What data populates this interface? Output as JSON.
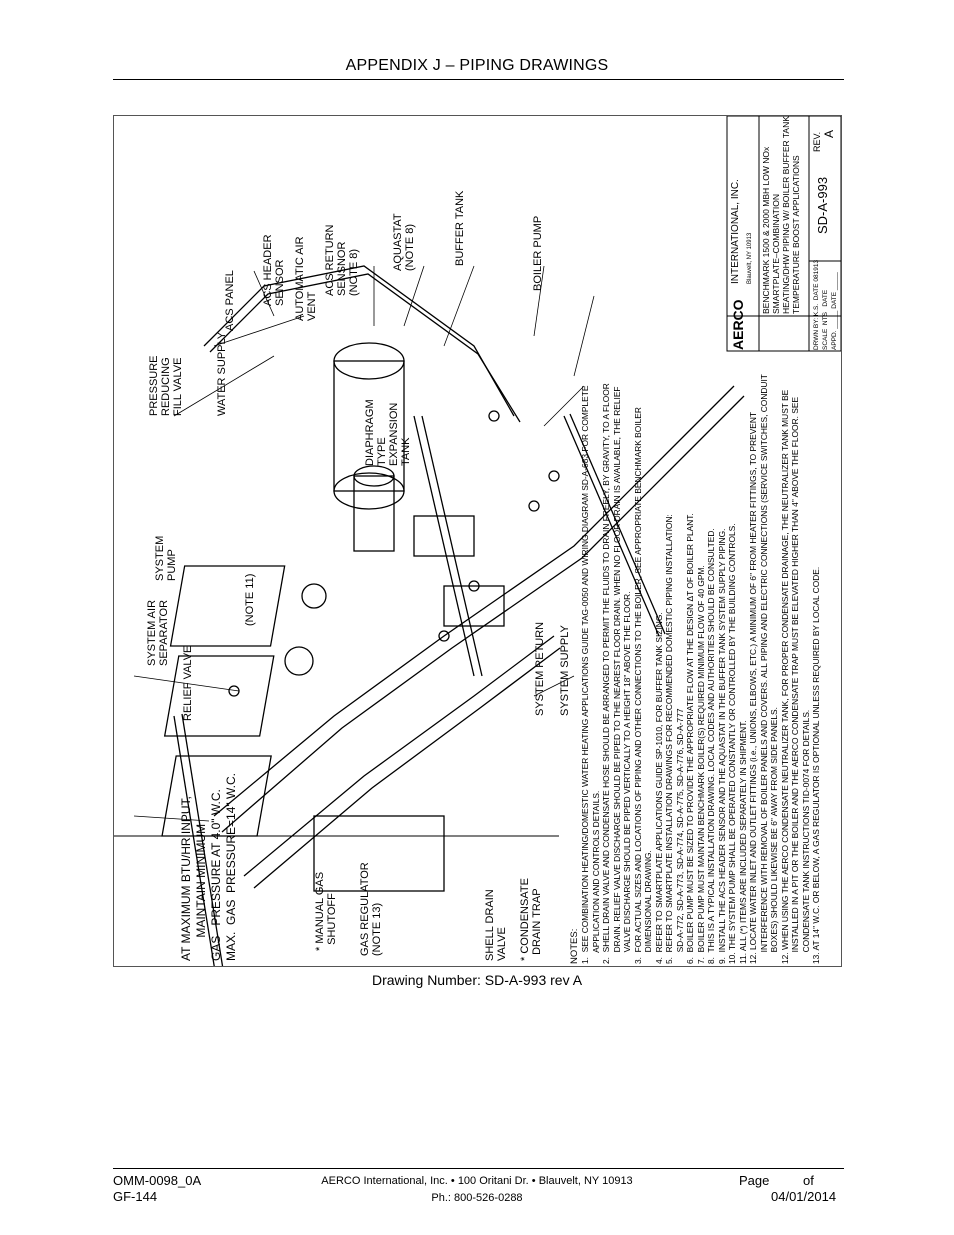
{
  "header": {
    "title": "APPENDIX J – PIPING DRAWINGS"
  },
  "drawing": {
    "labels": {
      "acs_panel": "ACS PANEL",
      "acs_header_sensor": "ACS HEADER\nSENSOR",
      "water_supply": "WATER SUPPLY",
      "automatic_air_vent": "AUTOMATIC AIR\nVENT",
      "acs_return_sensor": "ACS RETURN\nSENSNOR\n(NOTE 8)",
      "aquastat": "AQUASTAT\n(NOTE 8)",
      "buffer_tank": "BUFFER TANK",
      "boiler_pump": "BOILER PUMP",
      "pressure_reducing_fill_valve": "PRESSURE\nREDUCING\nFILL VALVE",
      "diaphragm_expansion_tank": "DIAPHRAGM\nTYPE\nEXPANSION\nTANK",
      "system_pump": "SYSTEM\nPUMP",
      "system_air_separator": "SYSTEM AIR\nSEPARATOR",
      "note_11": "(NOTE 11)",
      "relief_valve": "RELIEF VALVE",
      "system_return": "SYSTEM RETURN",
      "system_supply": "SYSTEM SUPPLY",
      "gas_pressure_note": "AT MAXIMUM BTU/HR INPUT,\n       MAINTAIN MINIMUM\nGAS   PRESSURE AT 4.0\" W.C.\nMAX.  GAS  PRESSURE=14\" W.C.",
      "manual_gas_shutoff": "* MANUAL GAS\n  SHUTOFF",
      "gas_regulator": "GAS REGULATOR\n(NOTE 13)",
      "shell_drain_valve": "SHELL DRAIN\nVALVE",
      "condensate_drain_trap": "* CONDENSATE\n  DRAIN TRAP"
    },
    "notes_title": "NOTES:",
    "notes": [
      "1.  SEE COMBINATION HEATING/DOMESTIC WATER HEATING APPLICATIONS GUIDE TAG-0050 AND WIRING DIAGRAM SD-A-683 FOR COMPLETE",
      "     APPLICATION AND CONTROLS DETAILS.",
      "2.  SHELL DRAIN VALVE AND CONDENSATE HOSE SHOULD BE ARRANGED TO PERMIT THE FLUIDS TO DRAIN FREELY, BY GRAVITY, TO A FLOOR",
      "     DRAIN. RELIEF VALVE DISCHARGE SHOULD BE PIPED TO THE NEAREST FLOOR DRAIN. WHEN NO FLOOR DRAIN IS AVAILABLE, THE RELIEF",
      "     VALVE DISCHARGE SHOULD BE PIPED VERTICALLY TO A HEIGHT 18\" ABOVE THE FLOOR.",
      "3.  FOR ACTUAL SIZES AND LOCATIONS OF PIPING AND OTHER CONNECTIONS TO THE BOILER, SEE APPROPRIATE BENCHMARK BOILER",
      "     DIMENSIONAL DRAWING.",
      "4.  REFER TO SMARTPLATE APPLICATIONS GUIDE SP-1010, FOR BUFFER TANK SIZING.",
      "5.  REFER TO SMARTPLATE INSTALLATION DRAWINGS FOR RECOMMENDED DOMESTIC PIPING INSTALLATION:",
      "     SD-A-772, SD-A-773, SD-A-774, SD-A-775, SD-A-776, SD-A-777",
      "6.  BOILER PUMP MUST BE SIZED TO PROVIDE THE APPROPRIATE FLOW AT THE DESIGN ΔT OF BOILER PLANT.",
      "7.  BOILER PUMP MUST MAINTAIN BENCHMARK BOILER(S) REQUIRED MINIMUM FLOW OF 40 GPM.",
      "8.  THIS IS A TYPICAL INSTALLATION DRAWING. LOCAL CODES AND AUTHORITIES SHOULD BE CONSULTED.",
      "9.  INSTALL THE ACS HEADER SENSOR AND THE AQUASTAT IN THE BUFFER TANK SYSTEM SUPPLY PIPING.",
      "10. THE SYSTEM PUMP SHALL BE OPERATED CONSTANTLY OR CONTROLLED BY THE BUILDING CONTROLS.",
      "11. ALL (*) ITEMS ARE INCLUDED SEPARATELY IN SHIPMENT.",
      "12. LOCATE WATER INLET AND OUTLET FITTINGS (i.e., UNIONS, ELBOWS, ETC.) A MINIMUM OF 6\" FROM HEATER FITTINGS, TO PREVENT",
      "     INTERFERENCE WITH REMOVAL OF BOILER PANELS AND COVERS. ALL PIPING AND ELECTRIC CONNECTIONS (SERVICE SWITCHES, CONDUIT",
      "     BOXES) SHOULD LIKEWISE BE 6\" AWAY FROM SIDE PANELS.",
      "12. WHEN USING THE AERCO CONDENSATE NEUTRALIZER TANK, FOR PROPER CONDENSATE DRAINAGE, THE NEUTRALIZER TANK MUST BE",
      "     INSTALLED IN A PIT OR THE BOILER AND THE AERCO CONDENSATE TRAP MUST BE ELEVATED HIGHER THAN 4\" ABOVE THE FLOOR. SEE",
      "     CONDENSATE TANK INSTRUCTIONS TID-0074 FOR DETAILS.",
      "13. AT 14\" W.C. OR BELOW, A GAS REGULATOR IS OPTIONAL UNLESS REQUIRED BY LOCAL CODE."
    ],
    "title_block": {
      "logo": "AERCO",
      "company": "INTERNATIONAL, INC.",
      "city": "Blauvelt, NY 10913",
      "title": "BENCHMARK 1500 & 2000 MBH LOW NOx\nSMARTPLATE–COMBINATION\nHEATING/DHW PIPING W/ BOILER BUFFER TANK\nTEMPERATURE BOOST APPLICATIONS",
      "drawn": "DRWN BY: K.S.  DATE 081913",
      "scale": "SCALE  NTS   DATE",
      "approved": "APPD. _____ DATE _____",
      "number": "SD-A-993",
      "rev_label": "REV.",
      "rev": "A"
    }
  },
  "caption": "Drawing Number: SD-A-993 rev A",
  "footer": {
    "doc_id": "OMM-0098_0A",
    "form": "GF-144",
    "address": "AERCO International, Inc. • 100 Oritani Dr. •  Blauvelt, NY 10913",
    "phone": "Ph.: 800-526-0288",
    "page_label": "Page",
    "of_label": "of",
    "date": "04/01/2014"
  }
}
